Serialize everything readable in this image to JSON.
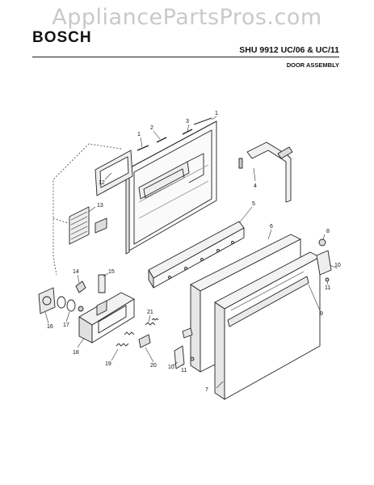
{
  "watermark": "AppliancePartsPros.com",
  "header": {
    "brand": "BOSCH",
    "model": "SHU 9912 UC/06 & UC/11",
    "section": "DOOR ASSEMBLY"
  },
  "callouts": [
    "1",
    "2",
    "3",
    "4",
    "5",
    "6",
    "7",
    "8",
    "9",
    "10",
    "11",
    "12",
    "13",
    "14",
    "15",
    "16",
    "17",
    "18",
    "19",
    "20",
    "21"
  ]
}
